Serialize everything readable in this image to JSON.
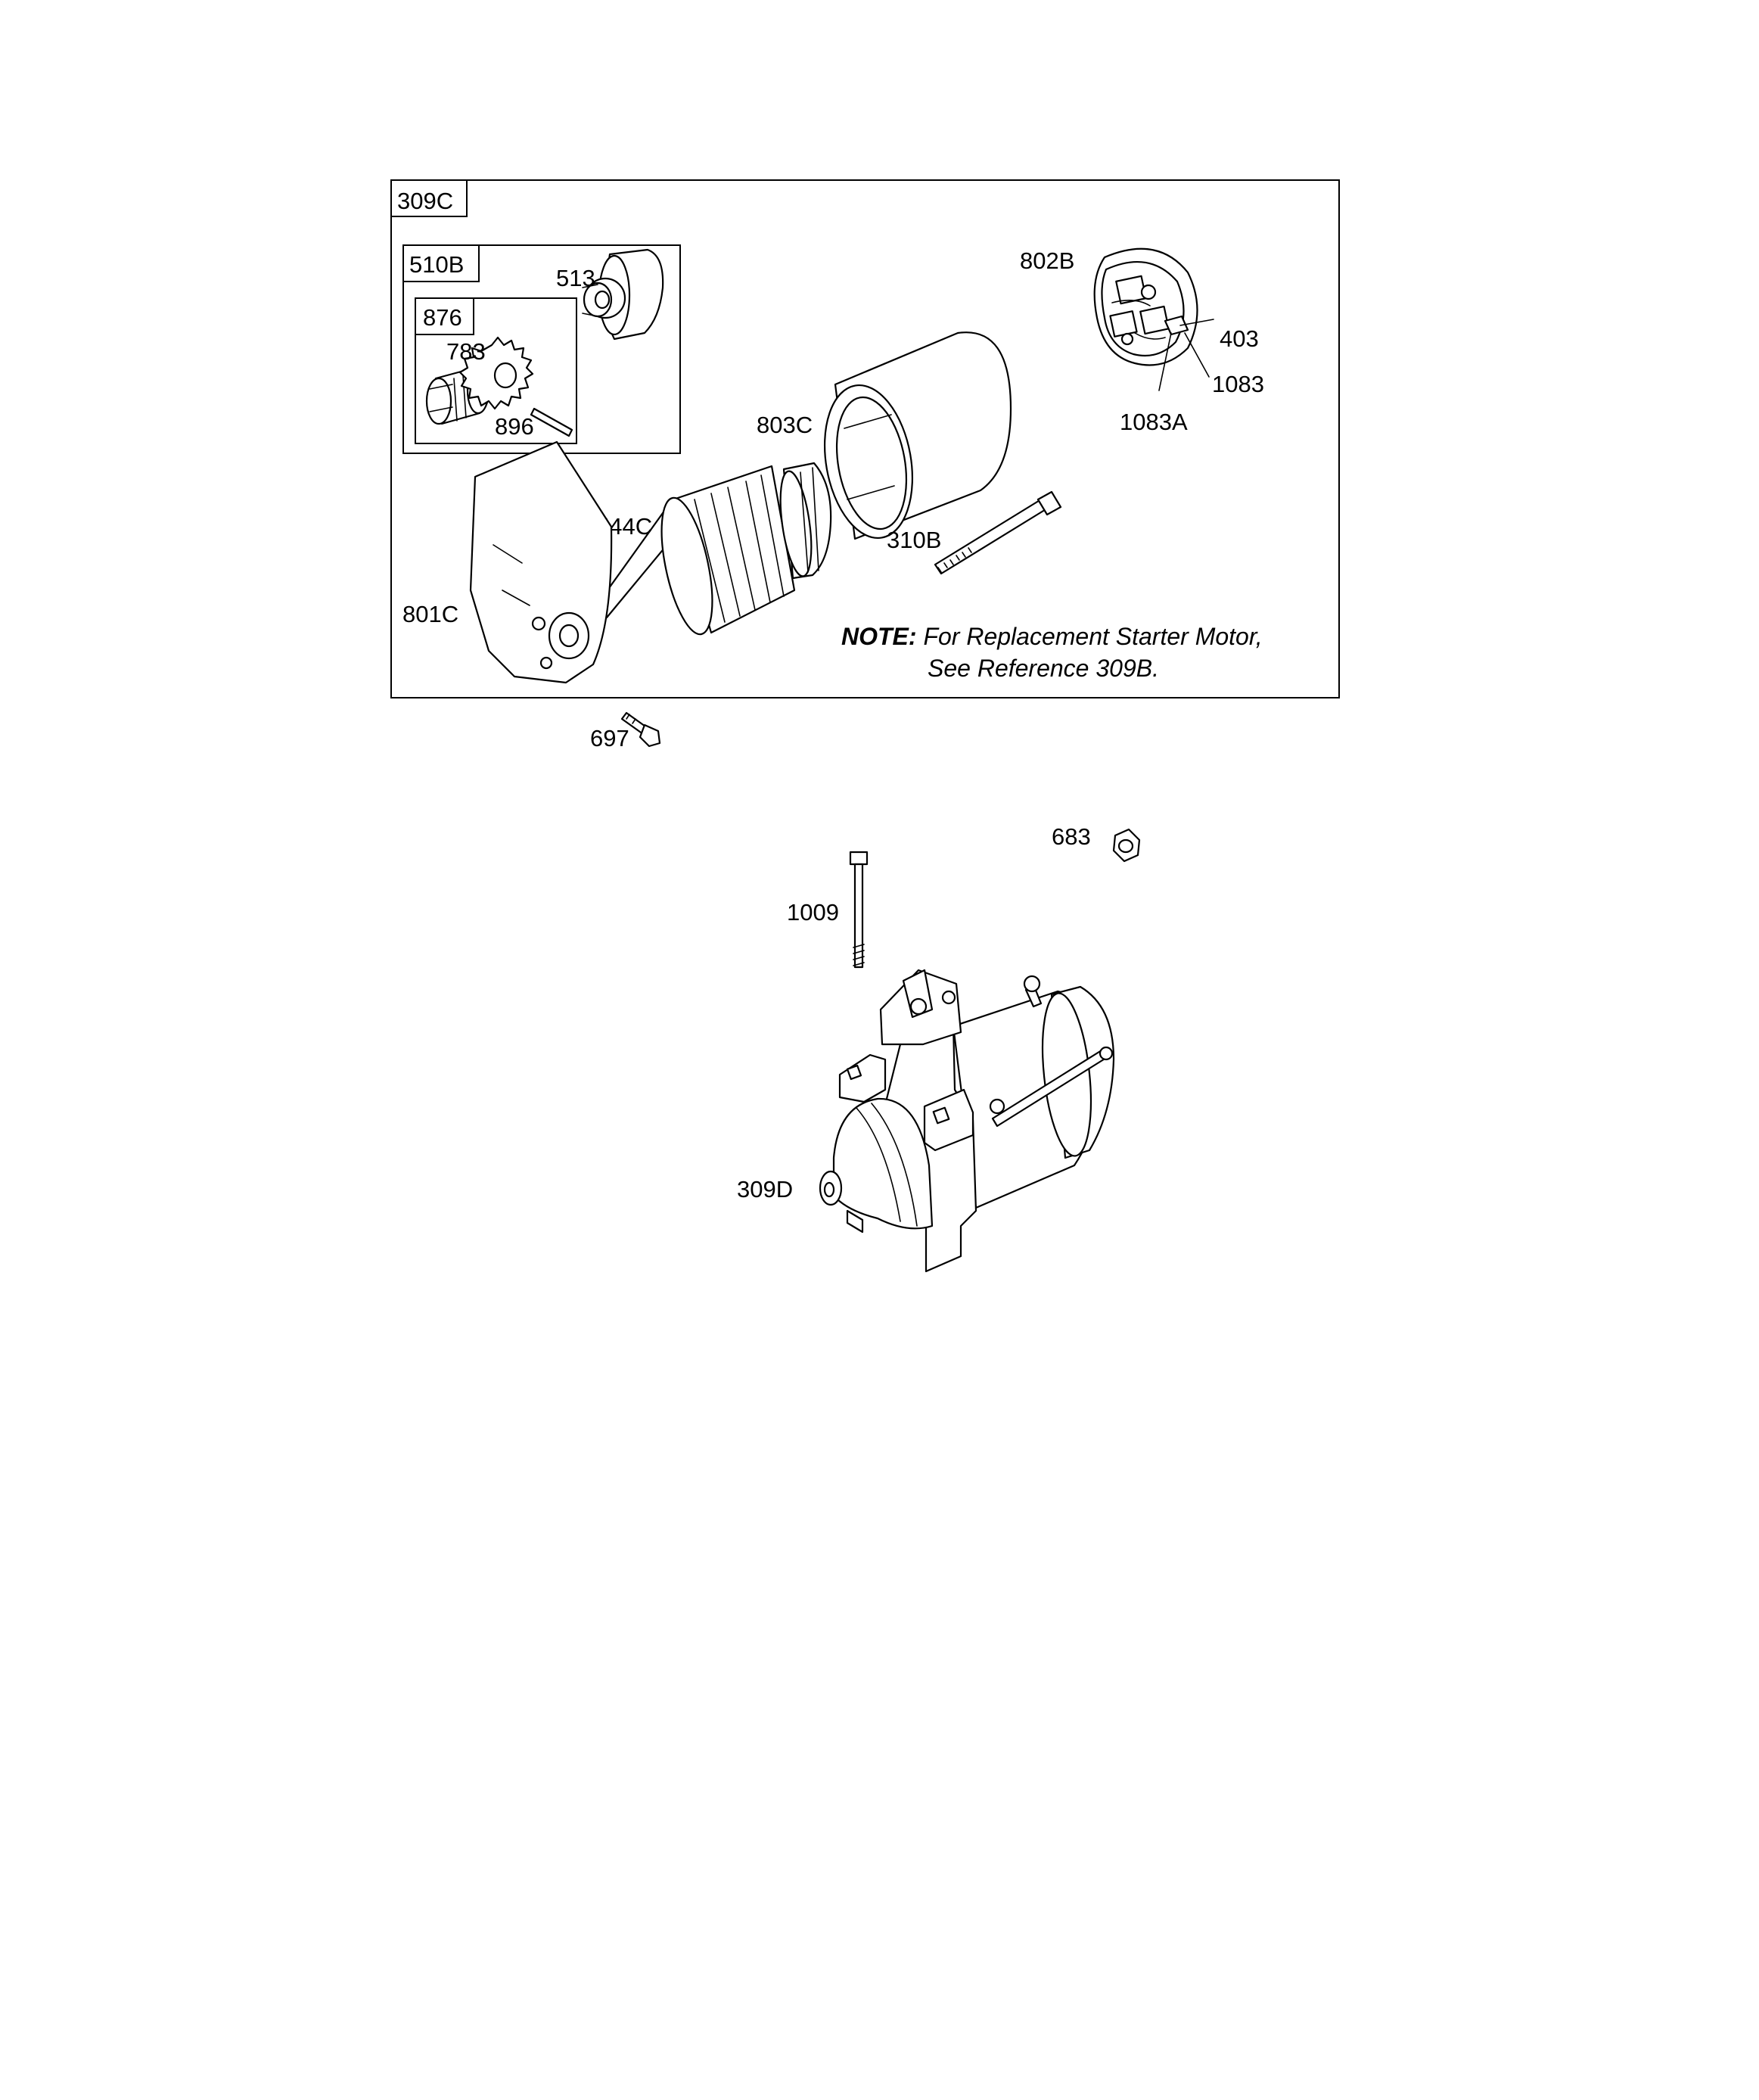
{
  "callouts": {
    "kit_309c": "309C",
    "kit_510b": "510B",
    "kit_876": "876",
    "p513": "513",
    "p783": "783",
    "p896": "896",
    "p802b": "802B",
    "p403": "403",
    "p1083": "1083",
    "p1083a": "1083A",
    "p803c": "803C",
    "p544c": "544C",
    "p310b": "310B",
    "p801c": "801C",
    "p697": "697",
    "p683": "683",
    "p1009": "1009",
    "p309d": "309D"
  },
  "note": {
    "prefix": "NOTE:",
    "line1": " For Replacement Starter Motor,",
    "line2": "See Reference 309B."
  }
}
